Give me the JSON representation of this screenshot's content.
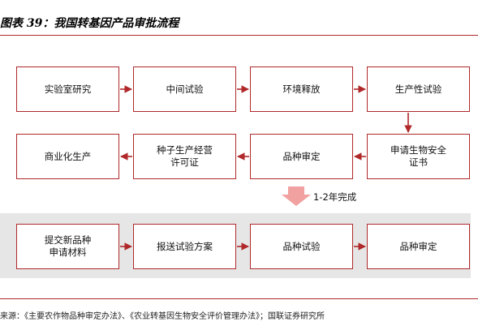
{
  "title": "图表 39：我国转基因产品审批流程",
  "steps_row1": [
    "实验室研究",
    "中间试验",
    "环境释放",
    "生产性试验"
  ],
  "steps_row2": [
    "商业化生产",
    "种子生产经营\n许可证",
    "品种审定",
    "申请生物安全\n证书"
  ],
  "steps_row3": [
    "提交新品种\n申请材料",
    "报送试验方案",
    "品种试验",
    "品种审定"
  ],
  "duration_label": "1-2年完成",
  "source": "来源：《主要农作物品种审定办法》、《农业转基因生物安全评价管理办法》；国联证券研究所",
  "colors": {
    "accent": "#b0282a",
    "band": "#e6e6e6",
    "big_arrow": "#f0a1a0"
  }
}
